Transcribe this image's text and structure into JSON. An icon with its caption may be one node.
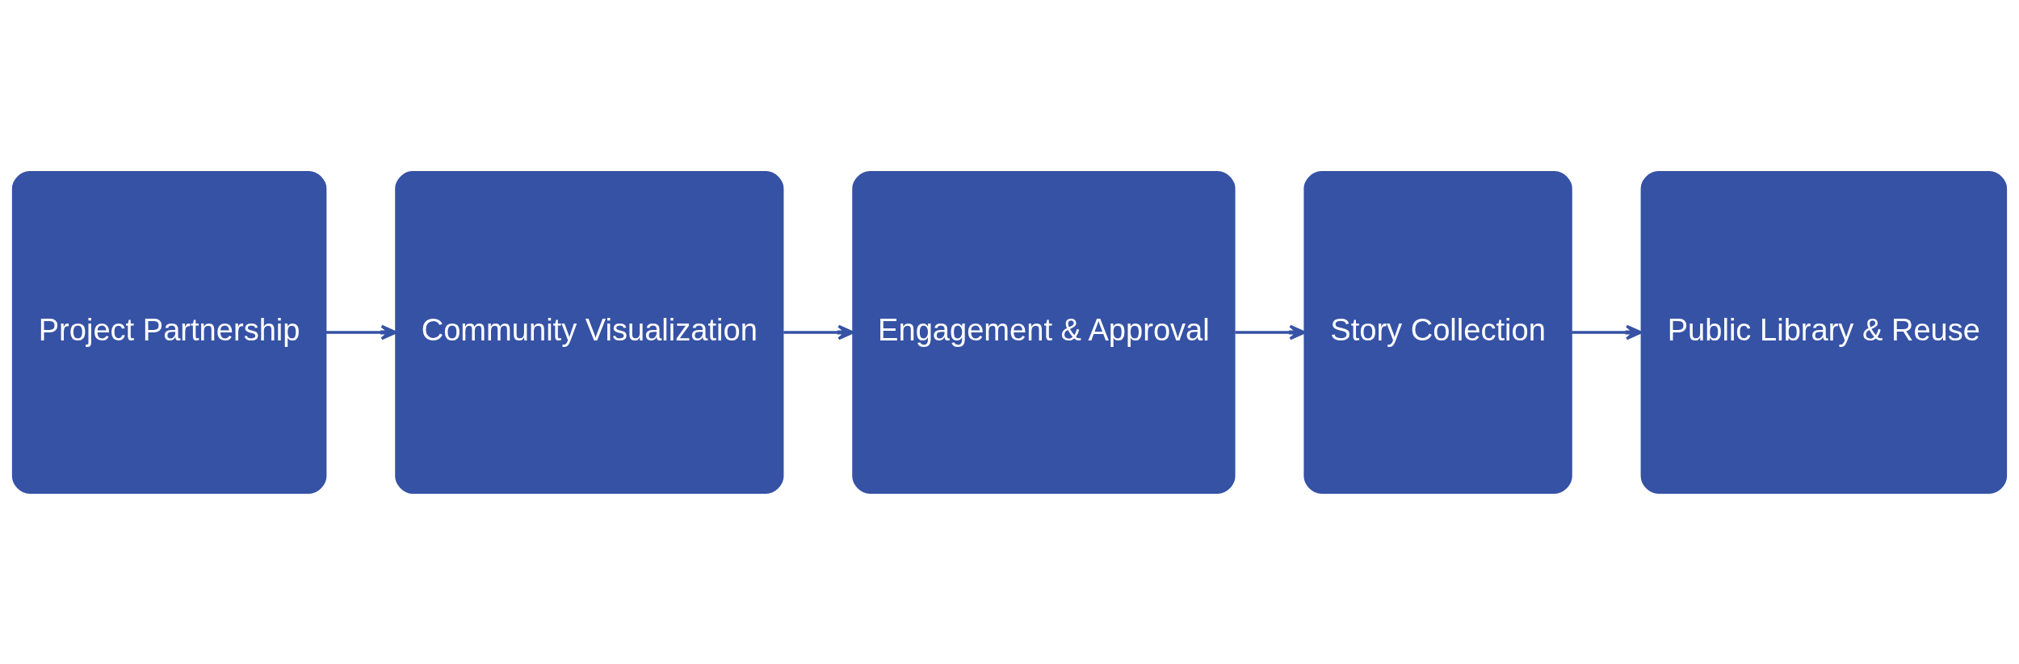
{
  "diagram": {
    "nodes": [
      {
        "text": [
          "Project Partnership"
        ]
      },
      {
        "text": [
          "Community Visualization"
        ]
      },
      {
        "text": [
          "Engagement & Approval"
        ]
      },
      {
        "text": [
          "Story Collection"
        ]
      },
      {
        "text": [
          "Public Library & Reuse"
        ]
      }
    ],
    "edges": [
      {
        "from": 0,
        "to": 1,
        "arrow": "to"
      },
      {
        "from": 1,
        "to": 2,
        "arrow": "to"
      },
      {
        "from": 2,
        "to": 3,
        "arrow": "to"
      },
      {
        "from": 3,
        "to": 4,
        "arrow": "to"
      }
    ]
  }
}
